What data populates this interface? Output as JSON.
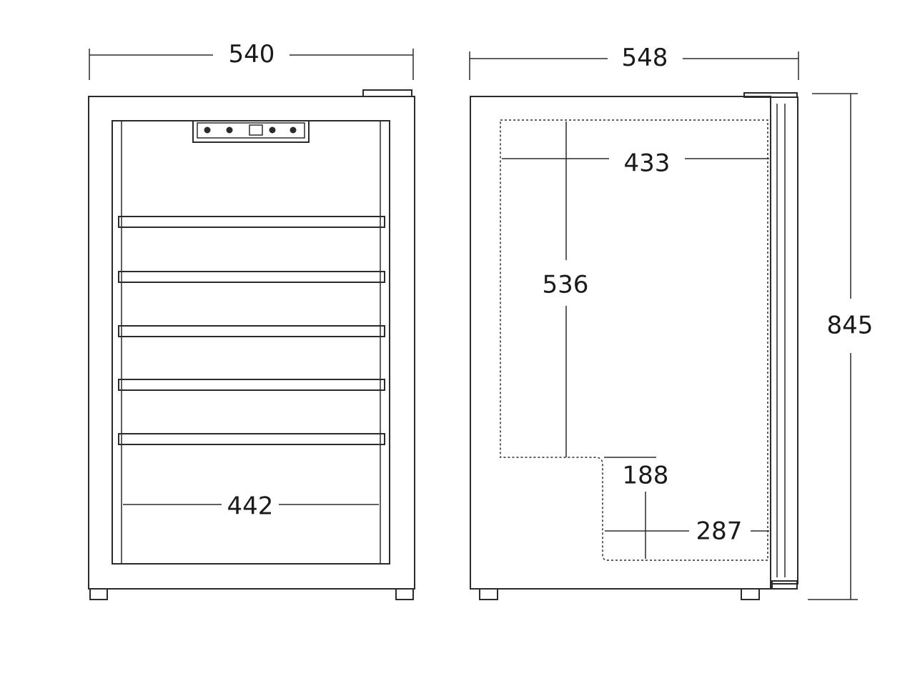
{
  "front_view": {
    "width_label": "540",
    "interior_width_label": "442"
  },
  "side_view": {
    "depth_label": "548",
    "interior_depth_label": "433",
    "interior_height_label": "536",
    "step_height_label": "188",
    "step_depth_label": "287",
    "total_height_label": "845"
  }
}
